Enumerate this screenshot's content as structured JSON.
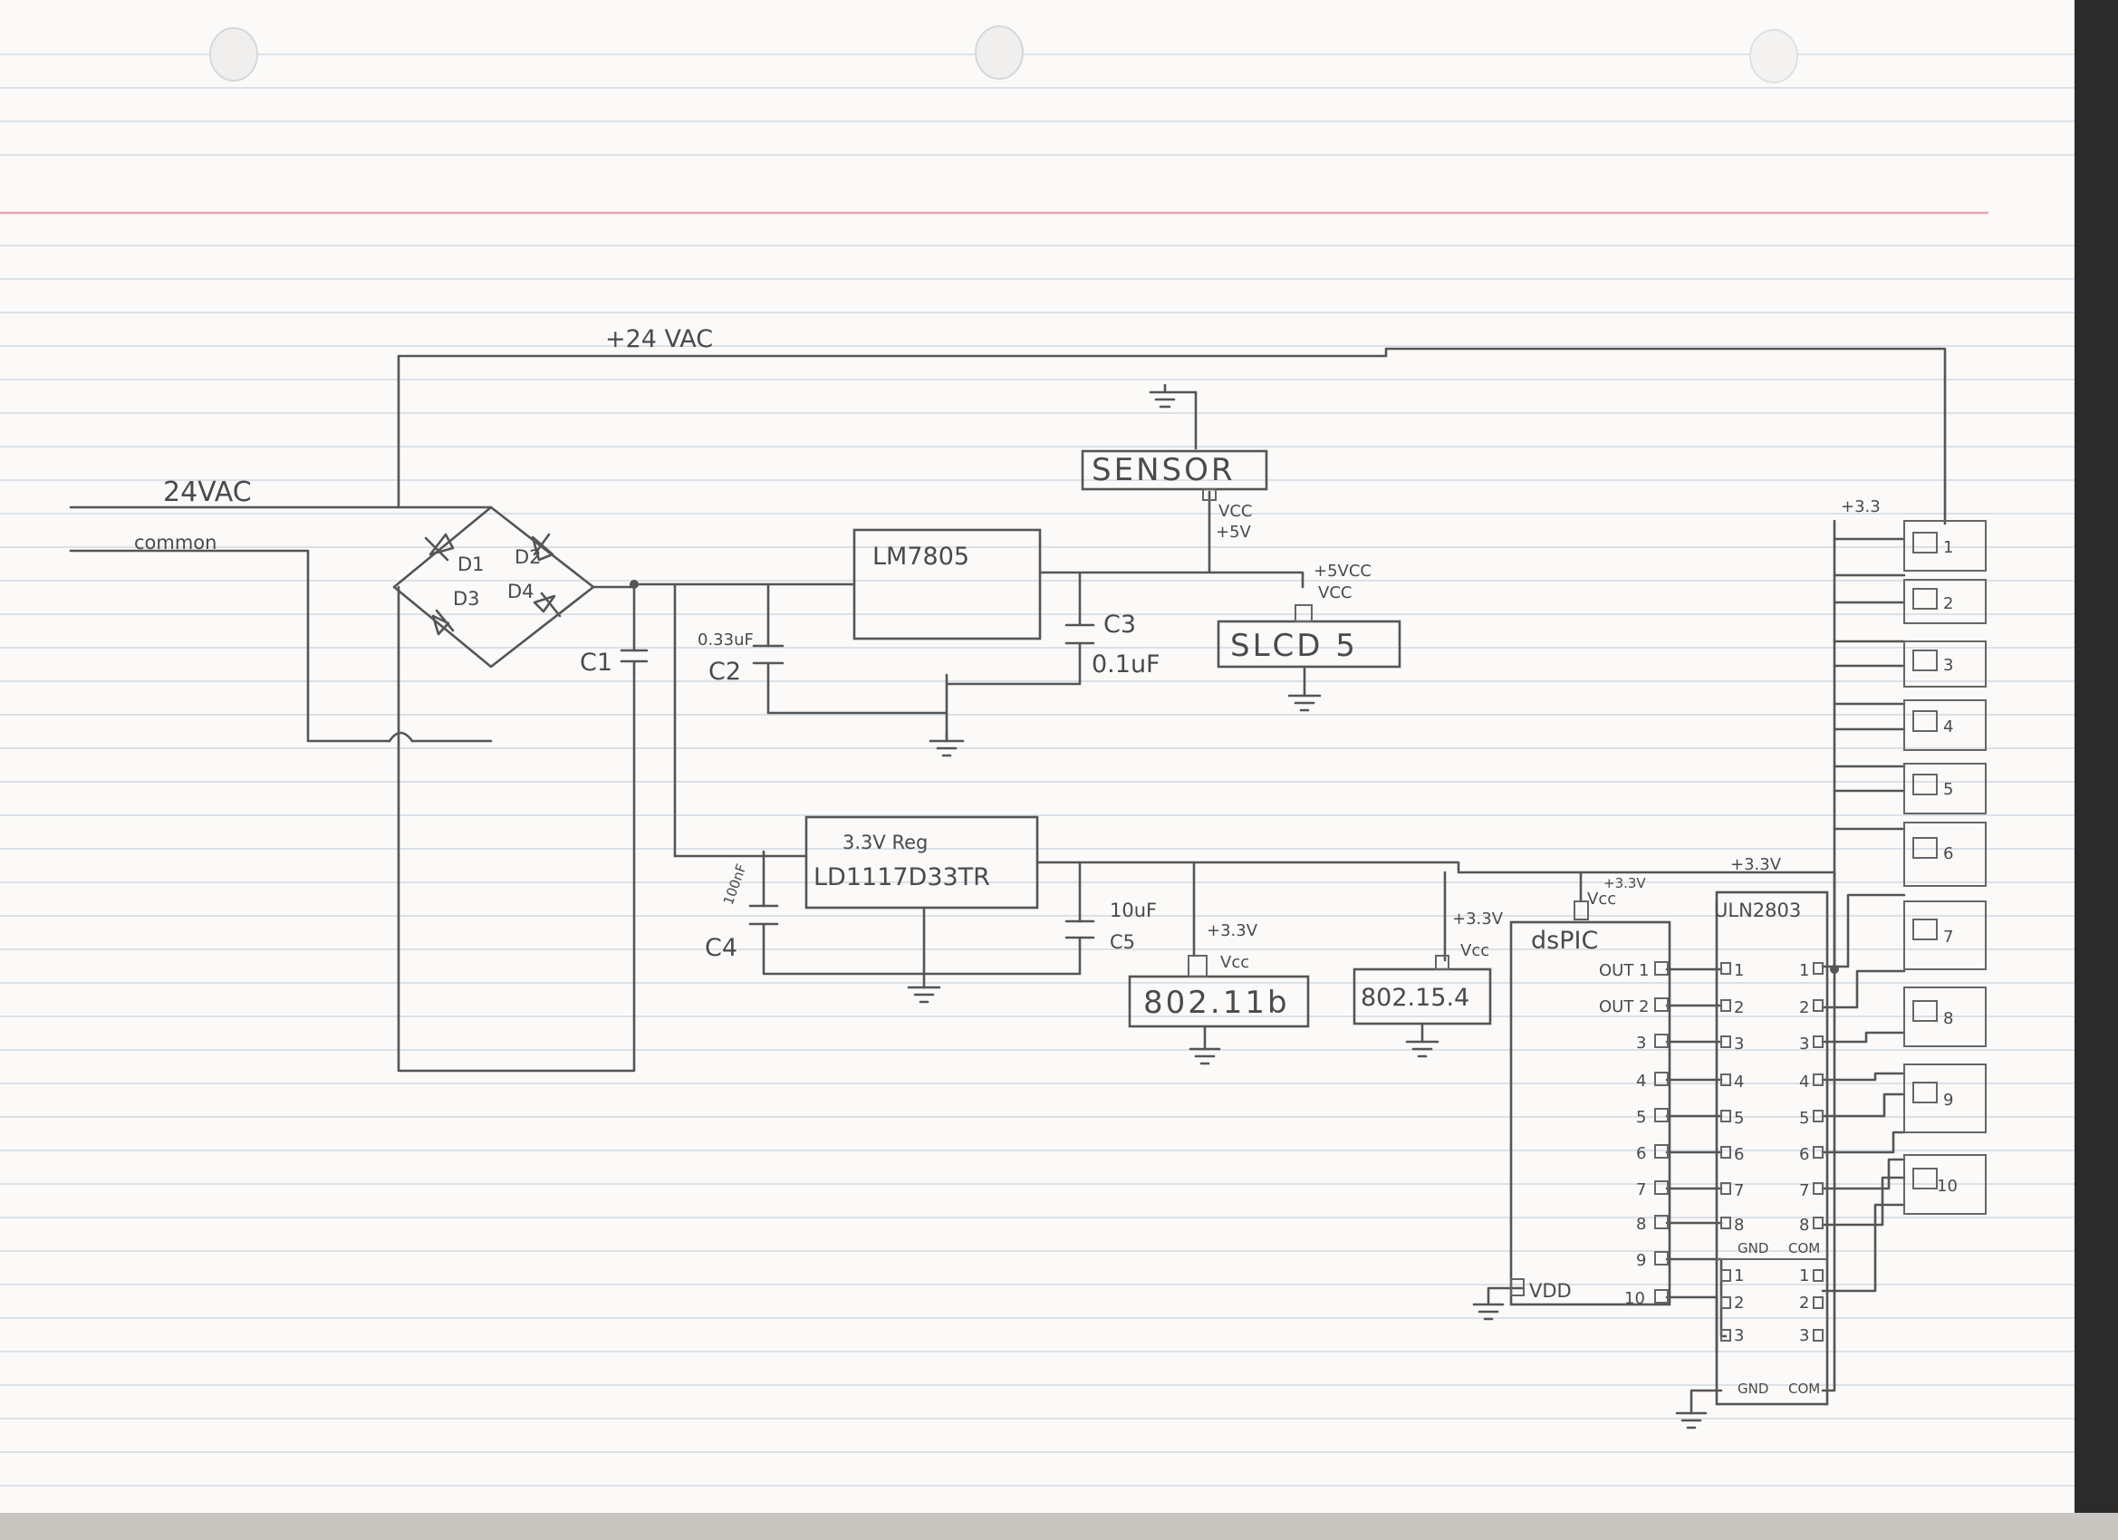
{
  "supply": {
    "top_rail": "+24 VAC",
    "input_hot": "24VAC",
    "input_common": "common"
  },
  "bridge": {
    "diodes": [
      "D1",
      "D2",
      "D3",
      "D4"
    ]
  },
  "caps": {
    "c1": "C1",
    "c2": "C2",
    "c2_value": "0.33uF",
    "c3": "C3",
    "c3_value": "0.1uF",
    "c4": "C4",
    "c4_value": "100nF",
    "c5": "C5",
    "c5_value": "10uF"
  },
  "reg5": {
    "label": "LM7805"
  },
  "reg33": {
    "line1": "3.3V Reg",
    "line2": "LD1117D33TR"
  },
  "sensor": {
    "label": "SENSOR",
    "vcc": "VCC",
    "vcc_value": "+5V"
  },
  "lcd": {
    "label": "SLCD 5",
    "vcc_value": "+5VCC",
    "vcc": "VCC"
  },
  "wifi": {
    "label": "802.11b",
    "vcc_value": "+3.3V",
    "vcc": "Vcc"
  },
  "zigbee": {
    "label": "802.15.4",
    "vcc_value": "+3.3V",
    "vcc": "Vcc"
  },
  "mcu": {
    "label": "dsPIC",
    "vcc": "Vcc",
    "vcc_value": "+3.3V",
    "vdd": "VDD",
    "pins": [
      "OUT 1",
      "OUT 2",
      "3",
      "4",
      "5",
      "6",
      "7",
      "8",
      "9",
      "10"
    ]
  },
  "driver": {
    "label": "ULN2803",
    "rail": "+3.3V",
    "in_pins": [
      "1",
      "2",
      "3",
      "4",
      "5",
      "6",
      "7",
      "8"
    ],
    "out_pins": [
      "1",
      "2",
      "3",
      "4",
      "5",
      "6",
      "7",
      "8"
    ],
    "gnd": "GND",
    "com": "COM",
    "in_pins_b": [
      "1",
      "2",
      "3"
    ],
    "out_pins_b": [
      "1",
      "2",
      "3"
    ]
  },
  "relays": {
    "rail": "+3.3",
    "numbers": [
      "1",
      "2",
      "3",
      "4",
      "5",
      "6",
      "7",
      "8",
      "9",
      "10"
    ]
  }
}
